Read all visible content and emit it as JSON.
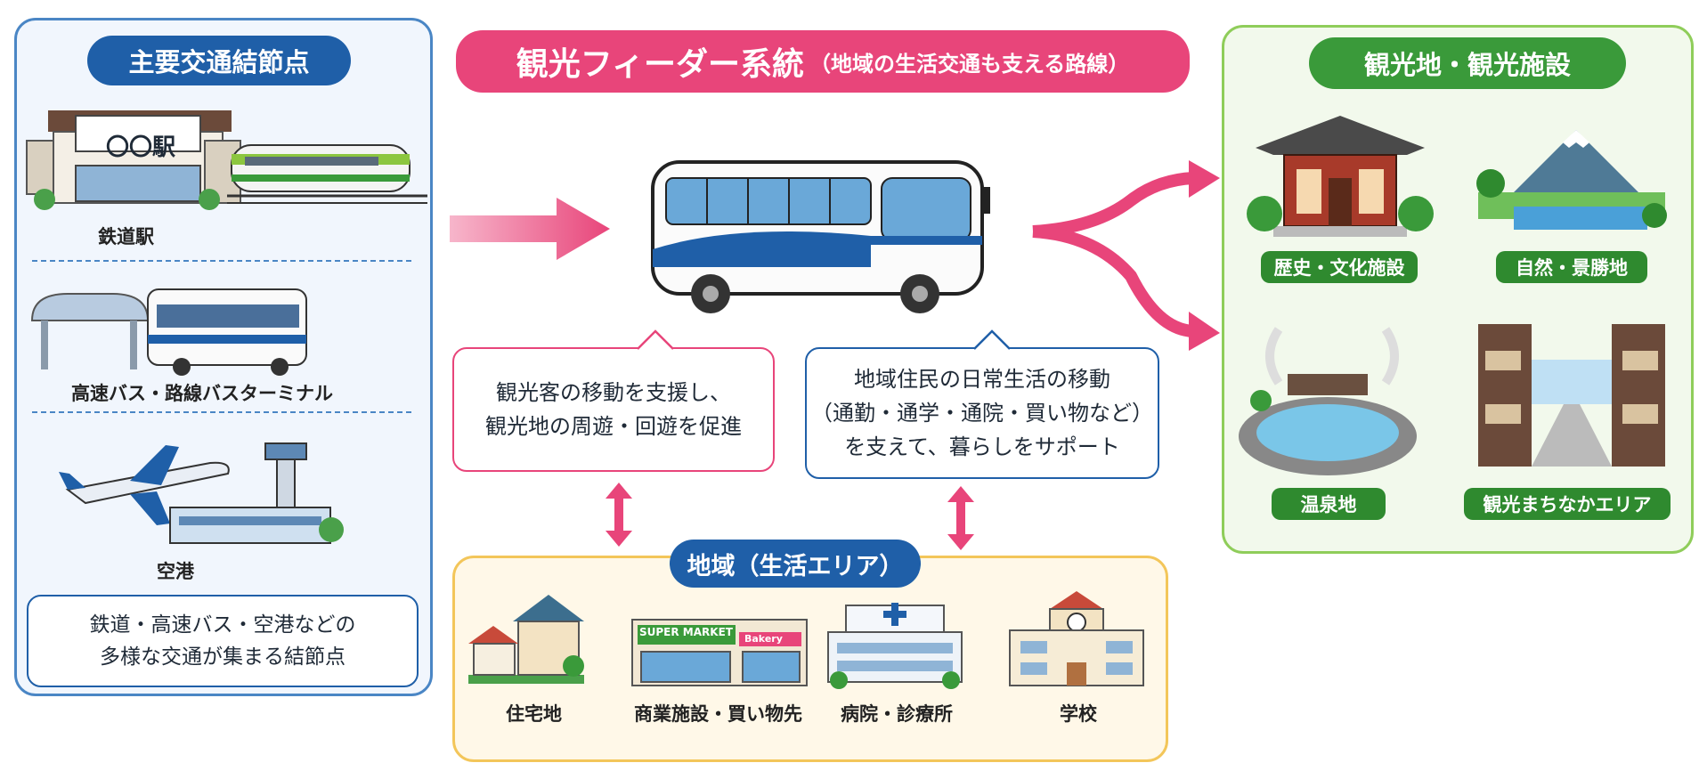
{
  "hub": {
    "title": "主要交通結節点",
    "station_sign": "〇〇駅",
    "railway_label": "鉄道駅",
    "bus_label": "高速バス・路線バスターミナル",
    "airport_label": "空港",
    "summary_line1": "鉄道・高速バス・空港などの",
    "summary_line2": "多様な交通が集まる結節点"
  },
  "feeder": {
    "title": "観光フィーダー系統",
    "subtitle": "（地域の生活交通も支える路線）",
    "bubble_left_line1": "観光客の移動を支援し、",
    "bubble_left_line2": "観光地の周遊・回遊を促進",
    "bubble_right_line1": "地域住民の日常生活の移動",
    "bubble_right_line2": "（通勤・通学・通院・買い物など）",
    "bubble_right_line3": "を支えて、暮らしをサポート"
  },
  "tourism": {
    "title": "観光地・観光施設",
    "items": [
      {
        "label": "歴史・文化施設"
      },
      {
        "label": "自然・景勝地"
      },
      {
        "label": "温泉地"
      },
      {
        "label": "観光まちなかエリア"
      }
    ]
  },
  "region": {
    "title": "地域（生活エリア）",
    "items": [
      {
        "label": "住宅地"
      },
      {
        "label": "商業施設・買い物先"
      },
      {
        "label": "病院・診療所"
      },
      {
        "label": "学校"
      }
    ],
    "supermarket_sign": "SUPER MARKET",
    "bakery_sign": "Bakery"
  },
  "colors": {
    "blue": "#1f5fa8",
    "pink": "#e8457a",
    "green": "#3a9a3a",
    "yellow": "#f3c65a"
  }
}
